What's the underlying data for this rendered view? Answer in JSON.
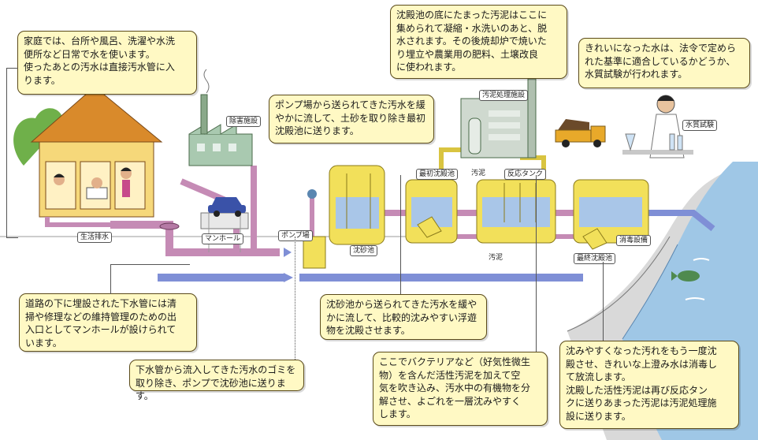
{
  "callouts": {
    "home": [
      "家庭では、台所や風呂、洗濯や水洗",
      "便所など日常で水を使います。",
      "使ったあとの汚水は直接汚水管に入",
      "ります。"
    ],
    "pump": [
      "ポンプ場から送られてきた汚水を緩",
      "やかに流して、土砂を取り除き最初",
      "沈殿池に送ります。"
    ],
    "sludge": [
      "沈殿池の底にたまった汚泥はここに",
      "集められて凝縮・水洗いのあと、脱",
      "水されます。その後焼却炉で焼いた",
      "り埋立や農業用の肥料、土壌改良",
      "に使われます。"
    ],
    "quality": [
      "きれいになった水は、法令で定めら",
      "れた基準に適合しているかどうか、",
      "水質試験が行われます。"
    ],
    "sewer": [
      "道路の下に埋設された下水管には清",
      "掃や修理などの維持管理のための出",
      "入口としてマンホールが設けられて",
      "います。"
    ],
    "grit": [
      "下水管から流入してきた汚水のゴミを",
      "取り除き、ポンプで沈砂池に送ります。"
    ],
    "primary": [
      "沈砂池から送られてきた汚水を緩や",
      "かに流して、比較的沈みやすい浮遊",
      "物を沈殿させます。"
    ],
    "reaction": [
      "ここでバクテリアなど（好気性微生",
      "物）を含んだ活性汚泥を加えて空",
      "気を吹き込み、汚水中の有機物を分",
      "解させ、よごれを一層沈みやすく",
      "します。"
    ],
    "final": [
      "沈みやすくなった汚れをもう一度沈",
      "殿させ、きれいな上澄み水は消毒し",
      "て放流します。",
      "沈殿した活性汚泥は再び反応タン",
      "クに送りあまった汚泥は汚泥処理施",
      "設に送ります。"
    ]
  },
  "labels": {
    "house_drain": "生活排水",
    "manhole": "マンホール",
    "factory": "除害施設",
    "pump_station": "ポンプ場",
    "grit_chamber": "沈砂池",
    "primary_tank": "最初沈殿池",
    "sludge_top": "汚泥",
    "reaction_tank": "反応タンク",
    "sludge_bottom": "汚泥",
    "final_tank": "最終沈殿池",
    "disinfection": "消毒設備",
    "sludge_facility": "汚泥処理施設",
    "water_test": "水質試験"
  },
  "colors": {
    "callout_bg": "#fff9c4",
    "sewage_pipe": "#c58bb5",
    "clean_pipe": "#7f8fd6",
    "tank": "#f2e05a",
    "water": "#a9c6e8",
    "river": "#9fc7e6"
  },
  "icons": [
    "house-icon",
    "factory-icon",
    "manhole-icon",
    "car-icon",
    "pump-icon",
    "tank-icon",
    "sludge-plant-icon",
    "truck-icon",
    "scientist-icon",
    "river-icon",
    "fish-icon",
    "flow-arrow-icon"
  ]
}
